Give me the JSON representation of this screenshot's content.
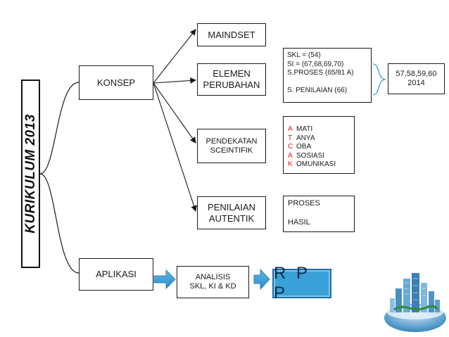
{
  "diagram": {
    "root": "KURIKULUM 2013",
    "branches": {
      "konsep": "KONSEP",
      "aplikasi": "APLIKASI"
    },
    "konsep_children": {
      "maindset": "MAINDSET",
      "elemen": [
        "ELEMEN",
        "PERUBAHAN"
      ],
      "pendekatan": [
        "PENDEKATAN",
        "SCEINTIFIK"
      ],
      "penilaian": [
        "PENILAIAN",
        "AUTENTIK"
      ]
    },
    "elemen_details": [
      "SKL = (54)",
      "SI  = (67,68,69,70)",
      "S.PROSES (65/81 A)",
      "S. PENILAIAN (66)"
    ],
    "permendikbud": [
      "57,58,59,60",
      "2014"
    ],
    "pendekatan_details": [
      {
        "letter": "A",
        "rest": "MATI"
      },
      {
        "letter": "T",
        "rest": "ANYA"
      },
      {
        "letter": "C",
        "rest": "OBA"
      },
      {
        "letter": "A",
        "rest": "SOSIASI"
      },
      {
        "letter": "K",
        "rest": "OMUNIKASI"
      }
    ],
    "penilaian_details": [
      "PROSES",
      "HASIL"
    ],
    "analisis": [
      "ANALISIS",
      "SKL, KI & KD"
    ],
    "rpp": "R P P"
  },
  "colors": {
    "accent_red": "#e02020",
    "arrow_blue": "#3aa0d8",
    "rpp_fill": "#3aa0d8"
  },
  "icons": {
    "decoration": "city-globe-icon"
  }
}
